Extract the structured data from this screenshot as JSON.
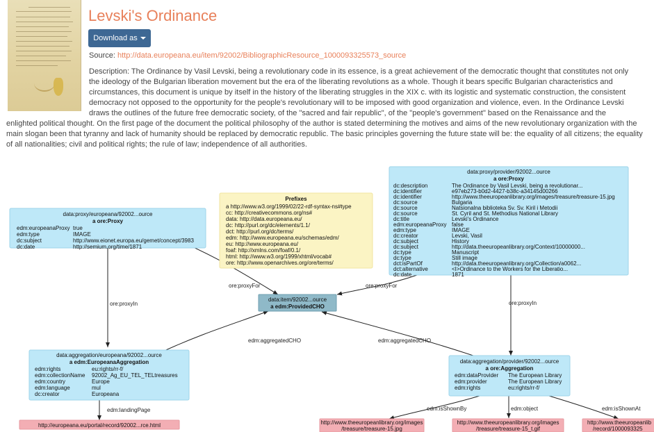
{
  "header": {
    "title": "Levski's Ordinance",
    "download_label": "Download as",
    "source_label": "Source:",
    "source_link": "http://data.europeana.eu/item/92002/BibliographicResource_1000093325573_source",
    "description_part1": "Description: The Ordinance by Vasil Levski, being a revolutionary code in its essence, is a great achievement of the democratic thought that constitutes not only the ideology of the Bulgarian liberation movement but the era of the liberating revolutions as a whole. Though it bears specific Bulgarian characteristics and circumstances, this document is unique by itself in the history of the liberating struggles in the XIX c. with its logistic and systematic construction, the consistent democracy not opposed to the opportunity for the people's revolutionary will to be imposed with good organization and violence, even. In the Ordinance Levski draws the outlines of the future free democratic society, of the \"sacred and fair republic\", of the \"people's government\" based on the Renaissance and the",
    "description_part2": "enlighted political thought. On the first page of the document the political philosophy of the author is stated determining the motives and aims of the new revolutionary organization with the main slogan been that tyranny and lack of humanity should be replaced by democratic republic. The basic principles governing the future state will be: the equality of all citizens; the equality of all nationalities; civil and political rights; the rule of law; independence of all authorities."
  },
  "colors": {
    "accent": "#e8805a",
    "button": "#3e6894",
    "node_blue": "#bee8f8",
    "node_center": "#8fb9c8",
    "node_prefix": "#fbf4c4",
    "node_link": "#f3aeb4"
  },
  "graph": {
    "proxy_europeana": {
      "uri": "data:proxy/europeana/92002...ource",
      "type": "a ore:Proxy",
      "props": [
        [
          "edm:europeanaProxy",
          "true"
        ],
        [
          "edm:type",
          "IMAGE"
        ],
        [
          "dc:subject",
          "http://www.eionet.europa.eu/gemet/concept/3983"
        ],
        [
          "dc:date",
          "http://semium.org/time/1871"
        ]
      ]
    },
    "prefixes": {
      "title": "Prefixes",
      "rows": [
        "a      http://www.w3.org/1999/02/22-rdf-syntax-ns#type",
        "cc:    http://creativecommons.org/ns#",
        "data: http://data.europeana.eu/",
        "dc:    http://purl.org/dc/elements/1.1/",
        "dct:   http://purl.org/dc/terms/",
        "edm: http://www.europeana.eu/schemas/edm/",
        "eu:    http://www.europeana.eu/",
        "foaf:  http://xmlns.com/foaf/0.1/",
        "html: http://www.w3.org/1999/xhtml/vocab#",
        "ore:  http://www.openarchives.org/ore/terms/"
      ]
    },
    "proxy_provider": {
      "uri": "data:proxy/provider/92002...ource",
      "type": "a ore:Proxy",
      "props": [
        [
          "dc:description",
          "The Ordinance by Vasil Levski, being a revolutionar..."
        ],
        [
          "dc:identifier",
          "e97eb273-b0d2-4427-b38c-a34145d00266"
        ],
        [
          "dc:identifier",
          "http://www.theeuropeanlibrary.org/images/treasure/treasure-15.jpg"
        ],
        [
          "dc:source",
          "Bulgaria"
        ],
        [
          "dc:source",
          "Natsionalna biblioteka Sv. Sv. Kiril i Metodii"
        ],
        [
          "dc:source",
          "St. Cyril and St. Methodius National Library"
        ],
        [
          "dc:title",
          "Levski's Ordinance"
        ],
        [
          "edm:europeanaProxy",
          "false"
        ],
        [
          "edm:type",
          "IMAGE"
        ],
        [
          "dc:creator",
          "Levski, Vasil"
        ],
        [
          "dc:subject",
          "History"
        ],
        [
          "dc:subject",
          "http://data.theeuropeanlibrary.org/Context/10000000..."
        ],
        [
          "dc:type",
          "Manuscript"
        ],
        [
          "dc:type",
          "Still image"
        ],
        [
          "dct:isPartOf",
          "http://data.theeuropeanlibrary.org/Collection/a0062..."
        ],
        [
          "dct:alternative",
          "<I>Ordinance to the Workers for the Liberatio..."
        ],
        [
          "dc:date",
          "1871"
        ]
      ]
    },
    "cho": {
      "uri": "data:item/92002...ource",
      "type": "a edm:ProvidedCHO"
    },
    "agg_europeana": {
      "uri": "data:aggregation/europeana/92002...ource",
      "type": "a edm:EuropeanaAggregation",
      "props": [
        [
          "edm:rights",
          "eu:rights/rr-f/"
        ],
        [
          "edm:collectionName",
          "92002_Ag_EU_TEL_TELtreasures"
        ],
        [
          "edm:country",
          "Europe"
        ],
        [
          "edm:language",
          "mul"
        ],
        [
          "dc:creator",
          "Europeana"
        ]
      ]
    },
    "agg_provider": {
      "uri": "data:aggregation/provider/92002...ource",
      "type": "a ore:Aggregation",
      "props": [
        [
          "edm:dataProvider",
          "The European Library"
        ],
        [
          "edm:provider",
          "The European Library"
        ],
        [
          "edm:rights",
          "eu:rights/rr-f/"
        ]
      ]
    },
    "landing": "http://europeana.eu/portal/record/92002...rce.html",
    "shown_by": [
      "http://www.theeuropeanlibrary.org/images",
      "/treasure/treasure-15.jpg"
    ],
    "object": [
      "http://www.theeuropeanlibrary.org/images",
      "/treasure/treasure-15_t.gif"
    ],
    "shown_at": [
      "http://www.theeuropeanlib",
      "/record/1000093325"
    ],
    "edges": {
      "proxyIn_left": "ore:proxyIn",
      "proxyFor_left": "ore:proxyFor",
      "proxyFor_right": "ore:proxyFor",
      "proxyIn_right": "ore:proxyIn",
      "aggregatedCHO_left": "edm:aggregatedCHO",
      "aggregatedCHO_right": "edm:aggregatedCHO",
      "landingPage": "edm:landingPage",
      "isShownBy": "edm:isShownBy",
      "object": "edm:object",
      "isShownAt": "edm:isShownAt"
    }
  }
}
